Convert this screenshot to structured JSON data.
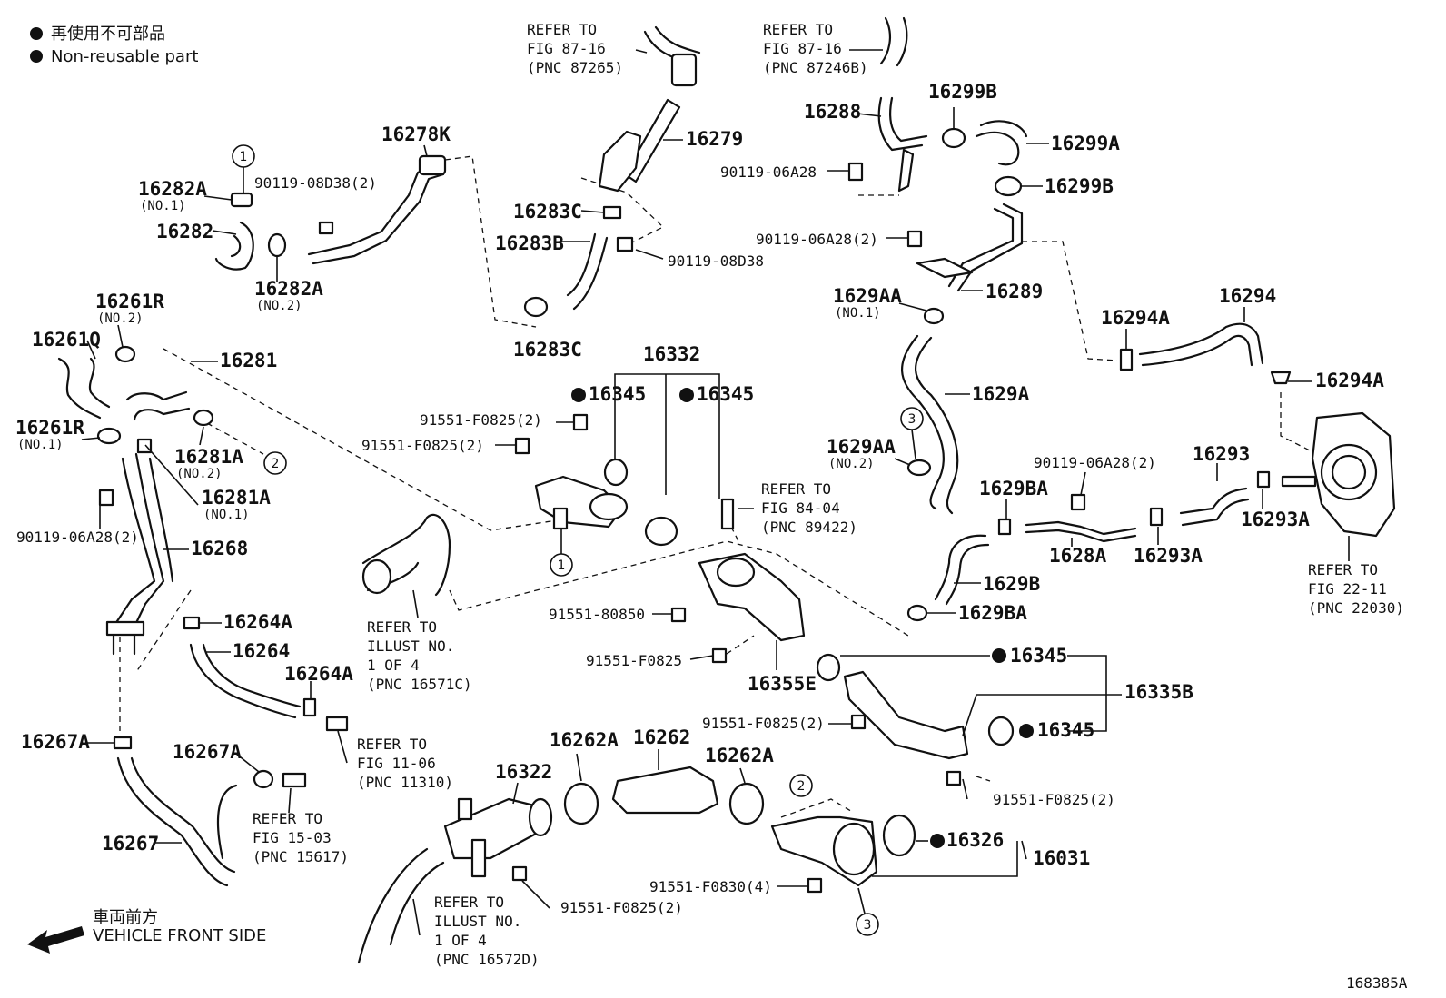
{
  "legend": {
    "jp": "再使用不可部品",
    "en": "Non-reusable part"
  },
  "front": {
    "jp": "車両前方",
    "en": "VEHICLE FRONT SIDE"
  },
  "figure_id": "168385A",
  "labels": [
    {
      "id": "16278K",
      "text": "16278K"
    },
    {
      "id": "16282A_1",
      "text": "16282A",
      "sub": "(NO.1)"
    },
    {
      "id": "90119-08D38_2",
      "text": "90119-08D38(2)"
    },
    {
      "id": "16282",
      "text": "16282"
    },
    {
      "id": "16282A_2",
      "text": "16282A",
      "sub": "(NO.2)"
    },
    {
      "id": "16279",
      "text": "16279"
    },
    {
      "id": "16283C_a",
      "text": "16283C"
    },
    {
      "id": "16283B",
      "text": "16283B"
    },
    {
      "id": "90119-08D38",
      "text": "90119-08D38"
    },
    {
      "id": "16283C_b",
      "text": "16283C"
    },
    {
      "id": "16288",
      "text": "16288"
    },
    {
      "id": "16299B_a",
      "text": "16299B"
    },
    {
      "id": "16299A",
      "text": "16299A"
    },
    {
      "id": "90119-06A28",
      "text": "90119-06A28"
    },
    {
      "id": "16299B_b",
      "text": "16299B"
    },
    {
      "id": "90119-06A28_2a",
      "text": "90119-06A28(2)"
    },
    {
      "id": "16289",
      "text": "16289"
    },
    {
      "id": "1629AA_1",
      "text": "1629AA",
      "sub": "(NO.1)"
    },
    {
      "id": "16294",
      "text": "16294"
    },
    {
      "id": "16294A_a",
      "text": "16294A"
    },
    {
      "id": "16294A_b",
      "text": "16294A"
    },
    {
      "id": "1629A",
      "text": "1629A"
    },
    {
      "id": "1629AA_2",
      "text": "1629AA",
      "sub": "(NO.2)"
    },
    {
      "id": "90119-06A28_2b",
      "text": "90119-06A28(2)"
    },
    {
      "id": "16293",
      "text": "16293"
    },
    {
      "id": "1629BA_a",
      "text": "1629BA"
    },
    {
      "id": "1628A",
      "text": "1628A"
    },
    {
      "id": "16293A_a",
      "text": "16293A"
    },
    {
      "id": "16293A_b",
      "text": "16293A"
    },
    {
      "id": "1629B",
      "text": "1629B"
    },
    {
      "id": "1629BA_b",
      "text": "1629BA"
    },
    {
      "id": "16261R_2",
      "text": "16261R",
      "sub": "(NO.2)"
    },
    {
      "id": "16261Q",
      "text": "16261Q"
    },
    {
      "id": "16281",
      "text": "16281"
    },
    {
      "id": "16261R_1",
      "text": "16261R",
      "sub": "(NO.1)"
    },
    {
      "id": "16281A_2",
      "text": "16281A",
      "sub": "(NO.2)"
    },
    {
      "id": "16281A_1",
      "text": "16281A",
      "sub": "(NO.1)"
    },
    {
      "id": "90119-06A28_2c",
      "text": "90119-06A28(2)"
    },
    {
      "id": "16268",
      "text": "16268"
    },
    {
      "id": "16264A_a",
      "text": "16264A"
    },
    {
      "id": "16264",
      "text": "16264"
    },
    {
      "id": "16264A_b",
      "text": "16264A"
    },
    {
      "id": "16267A_a",
      "text": "16267A"
    },
    {
      "id": "16267A_b",
      "text": "16267A"
    },
    {
      "id": "16267",
      "text": "16267"
    },
    {
      "id": "16332",
      "text": "16332"
    },
    {
      "id": "16345_a",
      "text": "16345"
    },
    {
      "id": "16345_b",
      "text": "16345"
    },
    {
      "id": "91551-F0825_2a",
      "text": "91551-F0825(2)"
    },
    {
      "id": "91551-F0825_2b",
      "text": "91551-F0825(2)"
    },
    {
      "id": "91551-80850",
      "text": "91551-80850"
    },
    {
      "id": "91551-F0825",
      "text": "91551-F0825"
    },
    {
      "id": "16355E",
      "text": "16355E"
    },
    {
      "id": "16345_c",
      "text": "16345"
    },
    {
      "id": "16335B",
      "text": "16335B"
    },
    {
      "id": "91551-F0825_2c",
      "text": "91551-F0825(2)"
    },
    {
      "id": "16345_d",
      "text": "16345"
    },
    {
      "id": "91551-F0825_2d",
      "text": "91551-F0825(2)"
    },
    {
      "id": "16322",
      "text": "16322"
    },
    {
      "id": "16262A_a",
      "text": "16262A"
    },
    {
      "id": "16262",
      "text": "16262"
    },
    {
      "id": "16262A_b",
      "text": "16262A"
    },
    {
      "id": "91551-F0825_2e",
      "text": "91551-F0825(2)"
    },
    {
      "id": "91551-F0830_4",
      "text": "91551-F0830(4)"
    },
    {
      "id": "16326",
      "text": "16326"
    },
    {
      "id": "16031",
      "text": "16031"
    }
  ],
  "refs": [
    {
      "id": "ref_87265",
      "lines": [
        "REFER TO",
        "FIG 87-16",
        "(PNC 87265)"
      ]
    },
    {
      "id": "ref_87246B",
      "lines": [
        "REFER TO",
        "FIG 87-16",
        "(PNC 87246B)"
      ]
    },
    {
      "id": "ref_89422",
      "lines": [
        "REFER TO",
        "FIG 84-04",
        "(PNC 89422)"
      ]
    },
    {
      "id": "ref_22030",
      "lines": [
        "REFER TO",
        "FIG 22-11",
        "(PNC 22030)"
      ]
    },
    {
      "id": "ref_16571C",
      "lines": [
        "REFER TO",
        "ILLUST NO.",
        "1 OF 4",
        "(PNC 16571C)"
      ]
    },
    {
      "id": "ref_11310",
      "lines": [
        "REFER TO",
        "FIG 11-06",
        "(PNC 11310)"
      ]
    },
    {
      "id": "ref_15617",
      "lines": [
        "REFER TO",
        "FIG 15-03",
        "(PNC 15617)"
      ]
    },
    {
      "id": "ref_16572D",
      "lines": [
        "REFER TO",
        "ILLUST NO.",
        "1 OF 4",
        "(PNC 16572D)"
      ]
    }
  ],
  "callouts": {
    "c1": "1",
    "c2": "2",
    "c3": "3"
  }
}
